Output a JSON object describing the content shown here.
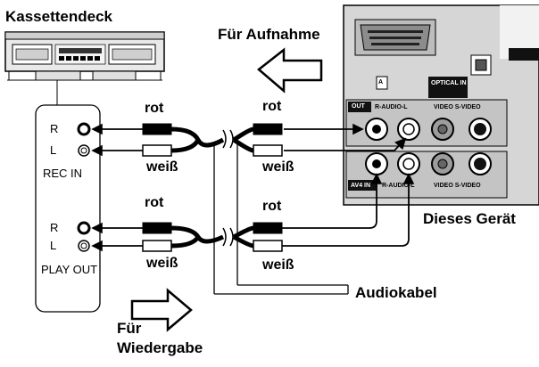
{
  "title_deck": "Kassettendeck",
  "label_record": "Für Aufnahme",
  "label_playback_1": "Für",
  "label_playback_2": "Wiedergabe",
  "label_device": "Dieses Gerät",
  "label_cable": "Audiokabel",
  "deck_top": {
    "r": "R",
    "l": "L",
    "name": "REC IN"
  },
  "deck_bottom": {
    "r": "R",
    "l": "L",
    "name": "PLAY OUT"
  },
  "cable_red": "rot",
  "cable_white": "weiß",
  "device_panel": {
    "optical": "OPTICAL IN",
    "out_badge": "OUT",
    "out_audio": "R-AUDIO-L",
    "video_top": "VIDEO S-VIDEO",
    "av4_badge": "AV4 IN",
    "in_audio": "R-AUDIO-L",
    "video_bottom": "VIDEO S-VIDEO",
    "a_mark": "A"
  },
  "colors": {
    "ink": "#000000",
    "panel": "#d6d6d6",
    "panel_dark": "#9a9a9a"
  }
}
